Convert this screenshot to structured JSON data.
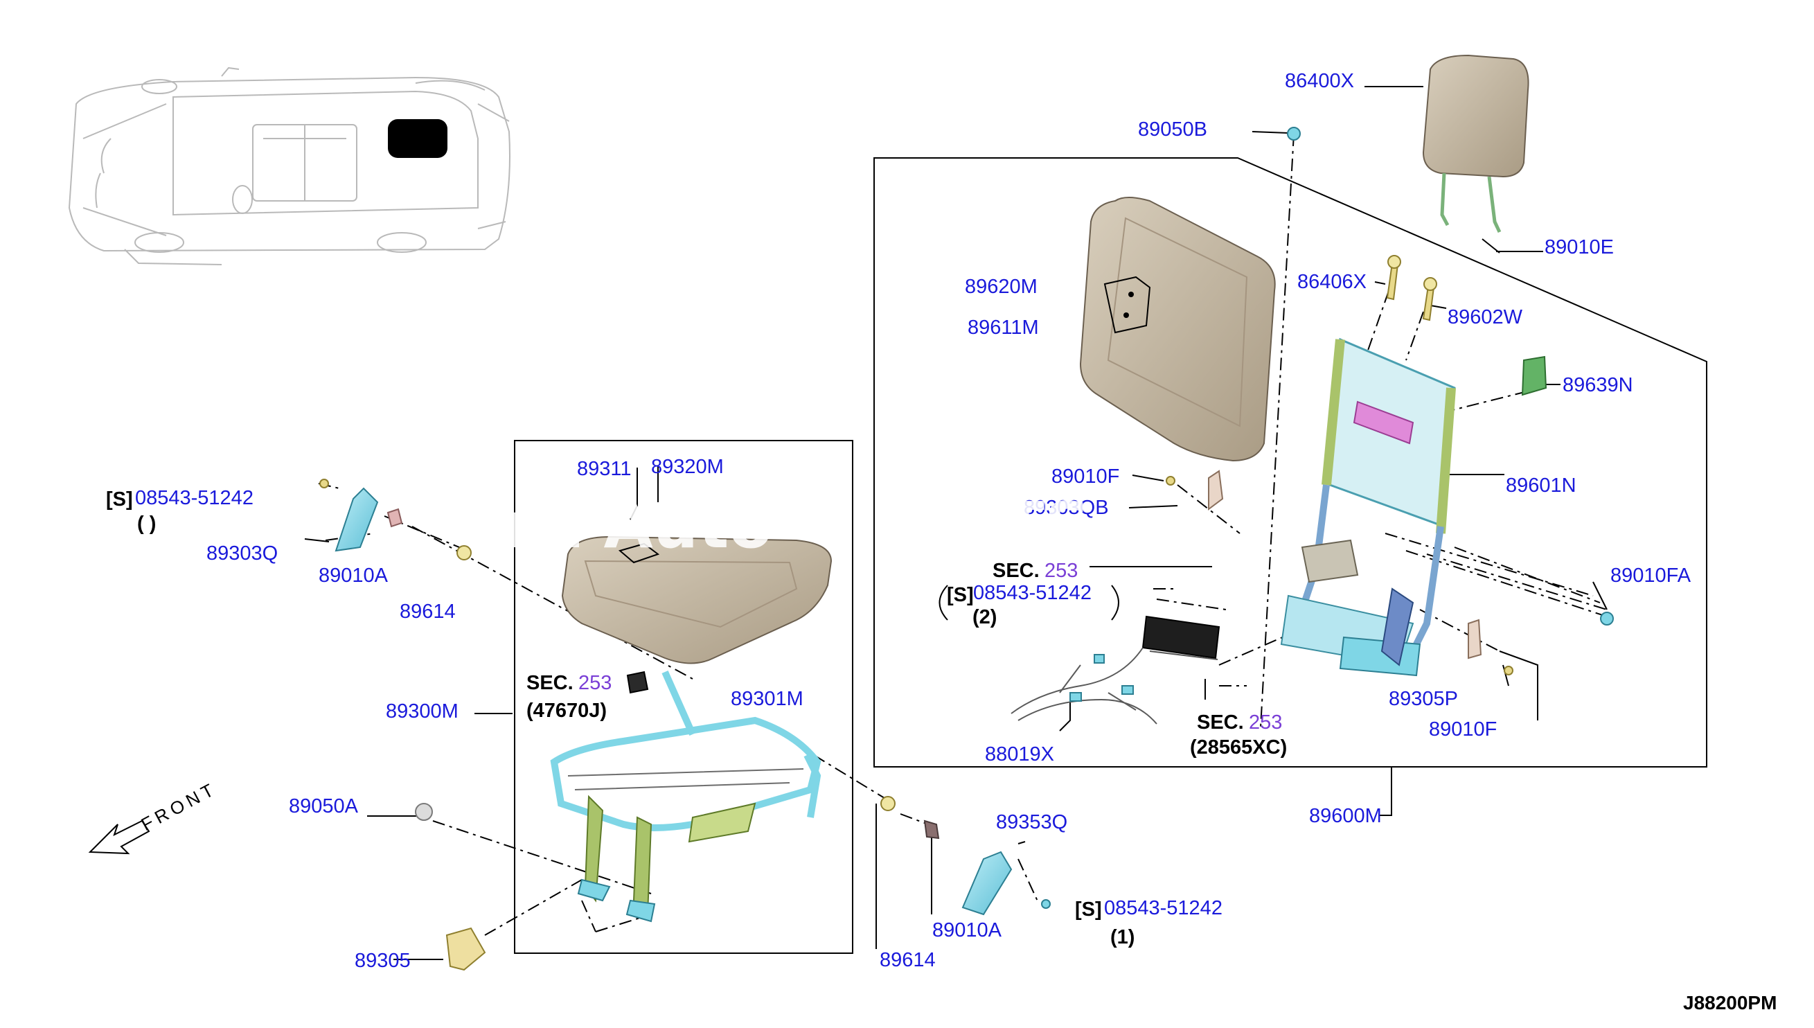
{
  "labels": {
    "p86400X": "86400X",
    "p89050B": "89050B",
    "p89010E": "89010E",
    "p86406X": "86406X",
    "p89602W": "89602W",
    "p89620M": "89620M",
    "p89611M": "89611M",
    "p89639N": "89639N",
    "p89601N": "89601N",
    "p89010F_a": "89010F",
    "p89303QB": "89303QB",
    "p89010FA": "89010FA",
    "p89305P": "89305P",
    "p89010F_b": "89010F",
    "p88019X": "88019X",
    "p89600M": "89600M",
    "p89311": "89311",
    "p89320M": "89320M",
    "p89301M": "89301M",
    "p89300M": "89300M",
    "p89303Q": "89303Q",
    "p89010A_a": "89010A",
    "p89614_a": "89614",
    "p89050A": "89050A",
    "p89305": "89305",
    "p89614_b": "89614",
    "p89010A_b": "89010A",
    "p89353Q": "89353Q",
    "front": "FRONT",
    "diagram_code": "J88200PM"
  },
  "screws": {
    "left": {
      "prefix": "[S]",
      "part": "08543-51242",
      "qty": "( )"
    },
    "mid": {
      "prefix": "[S]",
      "part": "08543-51242",
      "qty": "(2)"
    },
    "right": {
      "prefix": "[S]",
      "part": "08543-51242",
      "qty": "(1)"
    }
  },
  "sections": {
    "sec_a": {
      "prefix": "SEC.",
      "num": "253",
      "code": "(47670J)"
    },
    "sec_b": {
      "prefix": "SEC.",
      "num": "253",
      "code": ""
    },
    "sec_c": {
      "prefix": "SEC.",
      "num": "253",
      "code": "(28565XC)"
    }
  },
  "watermark": "nt Auto      ARTS",
  "colors": {
    "part_label": "#1a1adb",
    "section_num": "#7a3fd6",
    "trim": "#c9bca6",
    "frame_metal": "#7fd6e6",
    "bracket": "#a9c36a",
    "tan_part": "#d8c7a7"
  }
}
